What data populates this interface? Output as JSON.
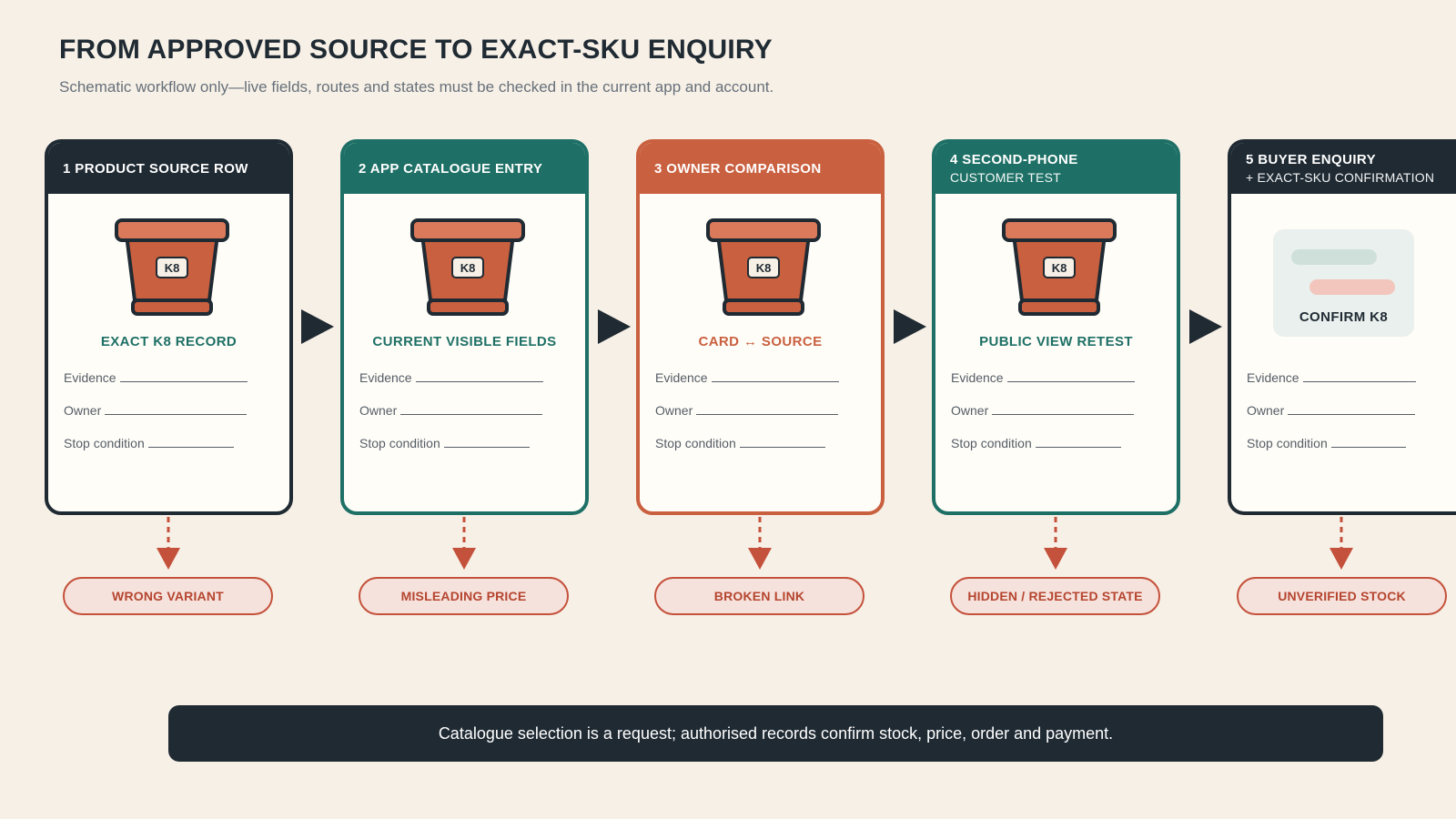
{
  "header": {
    "title": "FROM APPROVED SOURCE TO EXACT-SKU ENQUIRY",
    "subtitle": "Schematic workflow only—live fields, routes and states must be checked in the current app and account."
  },
  "colors": {
    "dark": "#1f2a33",
    "teal": "#1e7066",
    "orange": "#c9603f",
    "risk_red": "#c4513b",
    "background": "#f7f0e6"
  },
  "field_labels": {
    "evidence": "Evidence",
    "owner": "Owner",
    "stop": "Stop condition"
  },
  "pot_badge": "K8",
  "steps": [
    {
      "title": "1 PRODUCT SOURCE ROW",
      "subtitle": "",
      "label": "EXACT K8 RECORD",
      "theme": "dark",
      "icon": "plant-pot-icon",
      "risk": "WRONG VARIANT"
    },
    {
      "title": "2 APP CATALOGUE ENTRY",
      "subtitle": "",
      "label": "CURRENT VISIBLE FIELDS",
      "theme": "teal",
      "icon": "plant-pot-icon",
      "risk": "MISLEADING PRICE"
    },
    {
      "title": "3 OWNER COMPARISON",
      "subtitle": "",
      "label": "CARD ↔ SOURCE",
      "theme": "orange",
      "icon": "plant-pot-icon",
      "risk": "BROKEN LINK"
    },
    {
      "title": "4 SECOND-PHONE",
      "subtitle": "CUSTOMER TEST",
      "label": "PUBLIC VIEW RETEST",
      "theme": "teal",
      "icon": "plant-pot-icon",
      "risk": "HIDDEN / REJECTED STATE"
    },
    {
      "title": "5 BUYER ENQUIRY",
      "subtitle": "+ EXACT-SKU CONFIRMATION",
      "label": "CONFIRM K8",
      "theme": "dark",
      "icon": "chat-mock-icon",
      "risk": "UNVERIFIED STOCK"
    }
  ],
  "footer": {
    "text": "Catalogue selection is a request; authorised records confirm stock, price, order and payment."
  }
}
